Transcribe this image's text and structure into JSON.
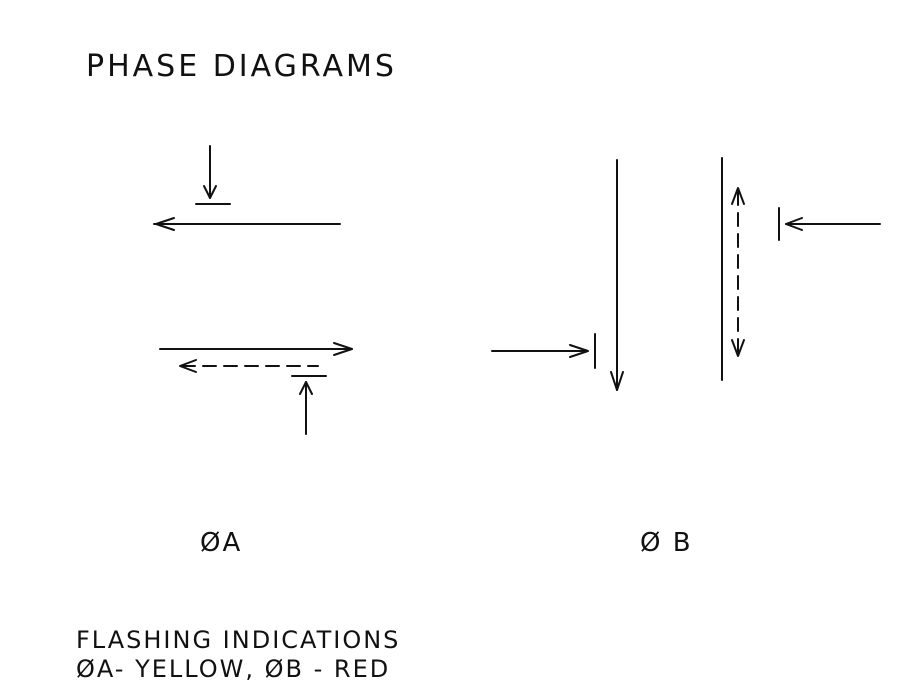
{
  "title": "PHASE DIAGRAMS",
  "phase_a": {
    "label": "ØA"
  },
  "phase_b": {
    "label": "Ø B"
  },
  "notes": {
    "line1": "FLASHING  INDICATIONS",
    "line2": "ØA- YELLOW,  ØB - RED"
  }
}
